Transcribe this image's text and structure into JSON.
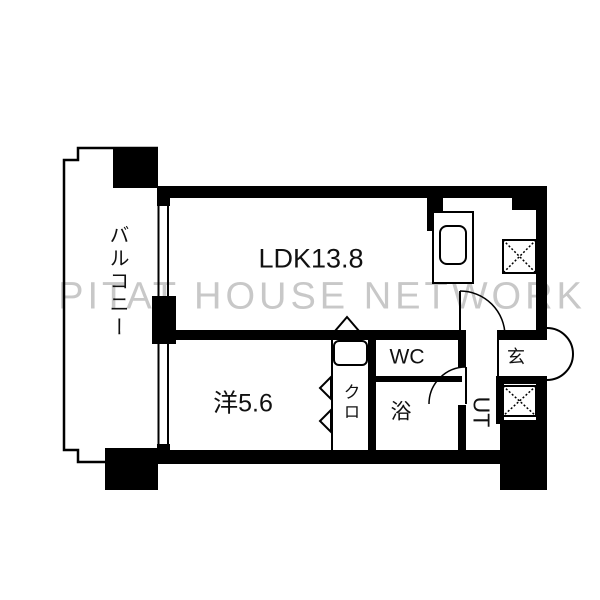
{
  "plan": {
    "watermark": {
      "text": "PITAT HOUSE NETWORK"
    },
    "rooms": {
      "balcony": {
        "label": "バルコニー"
      },
      "ldk": {
        "label": "LDK13.8"
      },
      "western_room": {
        "label": "洋5.6"
      },
      "closet": {
        "label": "クロ"
      },
      "wc": {
        "label": "WC"
      },
      "bath": {
        "label": "浴"
      },
      "utility": {
        "label": "UT"
      },
      "entrance": {
        "label": "玄"
      }
    },
    "colors": {
      "wall": "#000000",
      "floor": "#ffffff",
      "watermark": "#c8c8c8"
    }
  }
}
